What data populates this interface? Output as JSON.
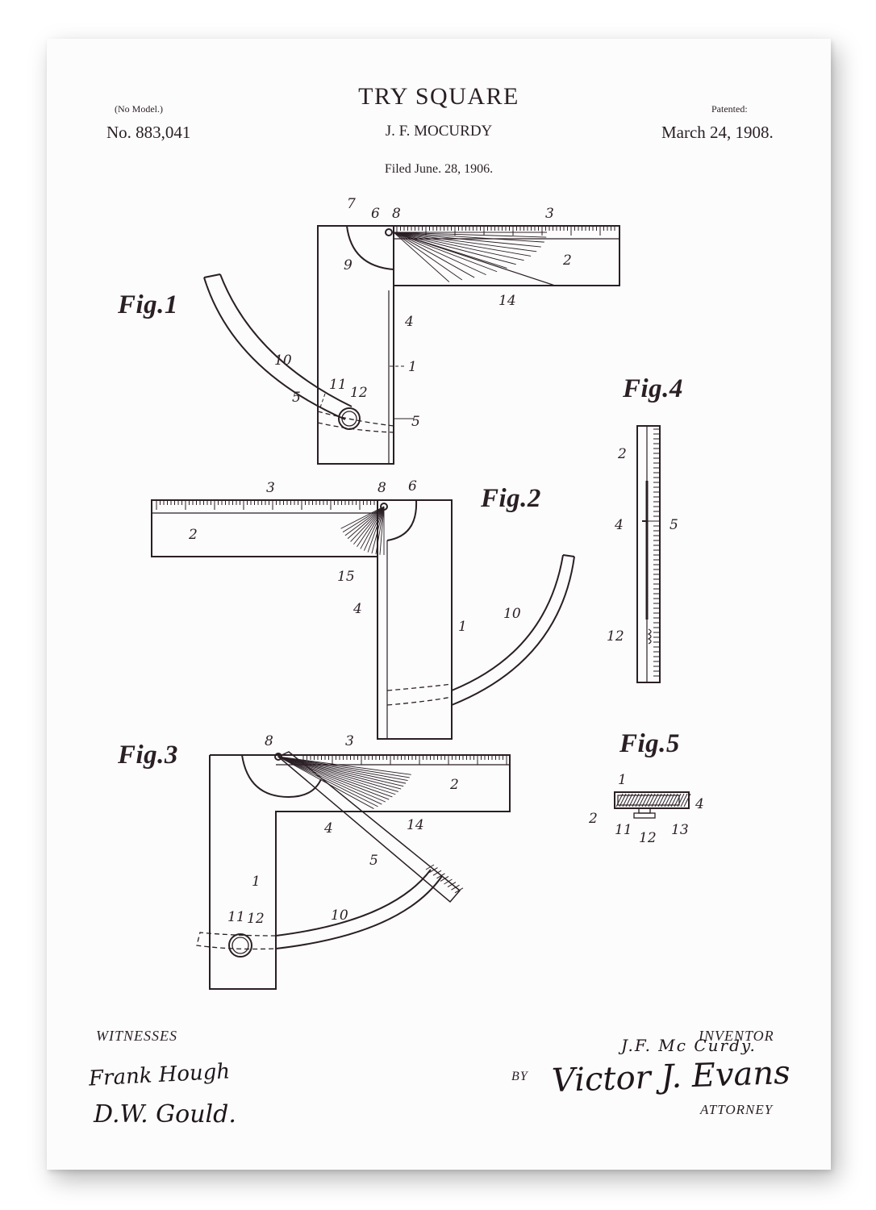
{
  "patent": {
    "title": "TRY SQUARE",
    "no_model": "(No Model.)",
    "patent_number": "No. 883,041",
    "inventor_name": "J. F. MOCURDY",
    "patented_label": "Patented:",
    "patented_date": "March 24, 1908.",
    "filed": "Filed June. 28, 1906."
  },
  "figures": {
    "fig1": "Fig.1",
    "fig2": "Fig.2",
    "fig3": "Fig.3",
    "fig4": "Fig.4",
    "fig5": "Fig.5"
  },
  "reference_numerals": {
    "fig1": [
      "7",
      "6",
      "8",
      "3",
      "9",
      "2",
      "14",
      "4",
      "10",
      "1",
      "11",
      "12",
      "5",
      "5"
    ],
    "fig2": [
      "3",
      "8",
      "6",
      "2",
      "15",
      "4",
      "1",
      "10"
    ],
    "fig3": [
      "8",
      "3",
      "2",
      "4",
      "14",
      "5",
      "1",
      "11",
      "12",
      "10"
    ],
    "fig4": [
      "2",
      "4",
      "5",
      "12"
    ],
    "fig5": [
      "1",
      "4",
      "2",
      "11",
      "12",
      "13"
    ]
  },
  "footer": {
    "witnesses_label": "WITNESSES",
    "witness_1": "Frank Hough",
    "witness_2": "D.W. Gould.",
    "inventor_label": "INVENTOR",
    "inventor_signature": "J.F. Mc Curdy.",
    "by_label": "BY",
    "attorney_signature": "Victor J. Evans",
    "attorney_label": "ATTORNEY"
  }
}
